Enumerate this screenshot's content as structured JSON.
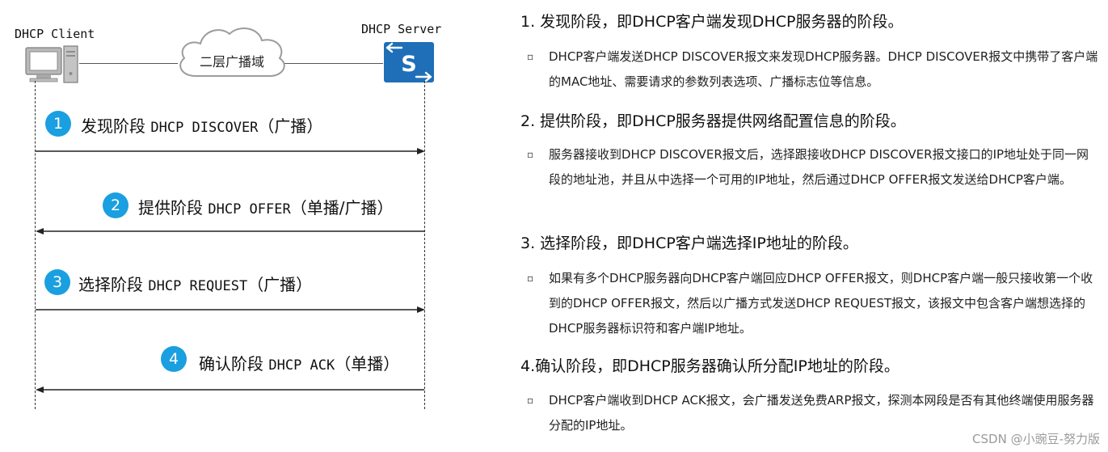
{
  "diagram": {
    "client_label": "DHCP Client",
    "server_label": "DHCP Server",
    "cloud_label": "二层广播域",
    "server_icon_glyph": "S",
    "colors": {
      "accent": "#1a9fe0",
      "server_box": "#1e6fb8"
    },
    "steps": [
      {
        "number": "1",
        "name": "发现阶段",
        "message": "DHCP DISCOVER",
        "mode": "（广播）",
        "direction": "client-to-server"
      },
      {
        "number": "2",
        "name": "提供阶段",
        "message": "DHCP OFFER",
        "mode": "（单播/广播）",
        "direction": "server-to-client"
      },
      {
        "number": "3",
        "name": "选择阶段",
        "message": "DHCP REQUEST",
        "mode": "（广播）",
        "direction": "client-to-server"
      },
      {
        "number": "4",
        "name": "确认阶段",
        "message": "DHCP ACK",
        "mode": "（单播）",
        "direction": "server-to-client"
      }
    ]
  },
  "phases": [
    {
      "heading": "1. 发现阶段，即DHCP客户端发现DHCP服务器的阶段。",
      "bullet": "▫",
      "text": "DHCP客户端发送DHCP DISCOVER报文来发现DHCP服务器。DHCP DISCOVER报文中携带了客户端的MAC地址、需要请求的参数列表选项、广播标志位等信息。"
    },
    {
      "heading": "2. 提供阶段，即DHCP服务器提供网络配置信息的阶段。",
      "bullet": "▫",
      "text": "服务器接收到DHCP DISCOVER报文后，选择跟接收DHCP DISCOVER报文接口的IP地址处于同一网段的地址池，并且从中选择一个可用的IP地址，然后通过DHCP OFFER报文发送给DHCP客户端。"
    },
    {
      "heading": "3. 选择阶段，即DHCP客户端选择IP地址的阶段。",
      "bullet": "▫",
      "text": "如果有多个DHCP服务器向DHCP客户端回应DHCP OFFER报文，则DHCP客户端一般只接收第一个收到的DHCP OFFER报文，然后以广播方式发送DHCP REQUEST报文，该报文中包含客户端想选择的DHCP服务器标识符和客户端IP地址。"
    },
    {
      "heading": "4.确认阶段，即DHCP服务器确认所分配IP地址的阶段。",
      "bullet": "▫",
      "text": "DHCP客户端收到DHCP ACK报文，会广播发送免费ARP报文，探测本网段是否有其他终端使用服务器分配的IP地址。"
    }
  ],
  "watermark": "CSDN @小豌豆-努力版"
}
